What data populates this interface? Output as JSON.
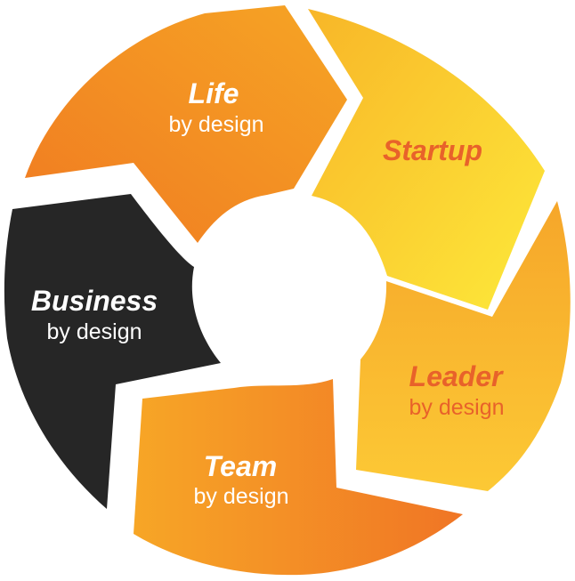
{
  "segments": [
    {
      "id": "life",
      "title": "Life",
      "subtitle": "by design",
      "title_color": "#ffffff",
      "sub_color": "#ffffff",
      "gradient": [
        "#f07a22",
        "#f6a524"
      ]
    },
    {
      "id": "startup",
      "title": "Startup",
      "subtitle": "",
      "title_color": "#e8622a",
      "sub_color": "#e8622a",
      "gradient": [
        "#f8b628",
        "#fde93a"
      ]
    },
    {
      "id": "leader",
      "title": "Leader",
      "subtitle": "by design",
      "title_color": "#e8622a",
      "sub_color": "#e8622a",
      "gradient": [
        "#f6a62a",
        "#fcc935"
      ]
    },
    {
      "id": "team",
      "title": "Team",
      "subtitle": "by design",
      "title_color": "#ffffff",
      "sub_color": "#ffffff",
      "gradient": [
        "#f7a626",
        "#f07525"
      ]
    },
    {
      "id": "business",
      "title": "Business",
      "subtitle": "by design",
      "title_color": "#ffffff",
      "sub_color": "#ffffff",
      "gradient": [
        "#262626",
        "#262626"
      ]
    }
  ]
}
